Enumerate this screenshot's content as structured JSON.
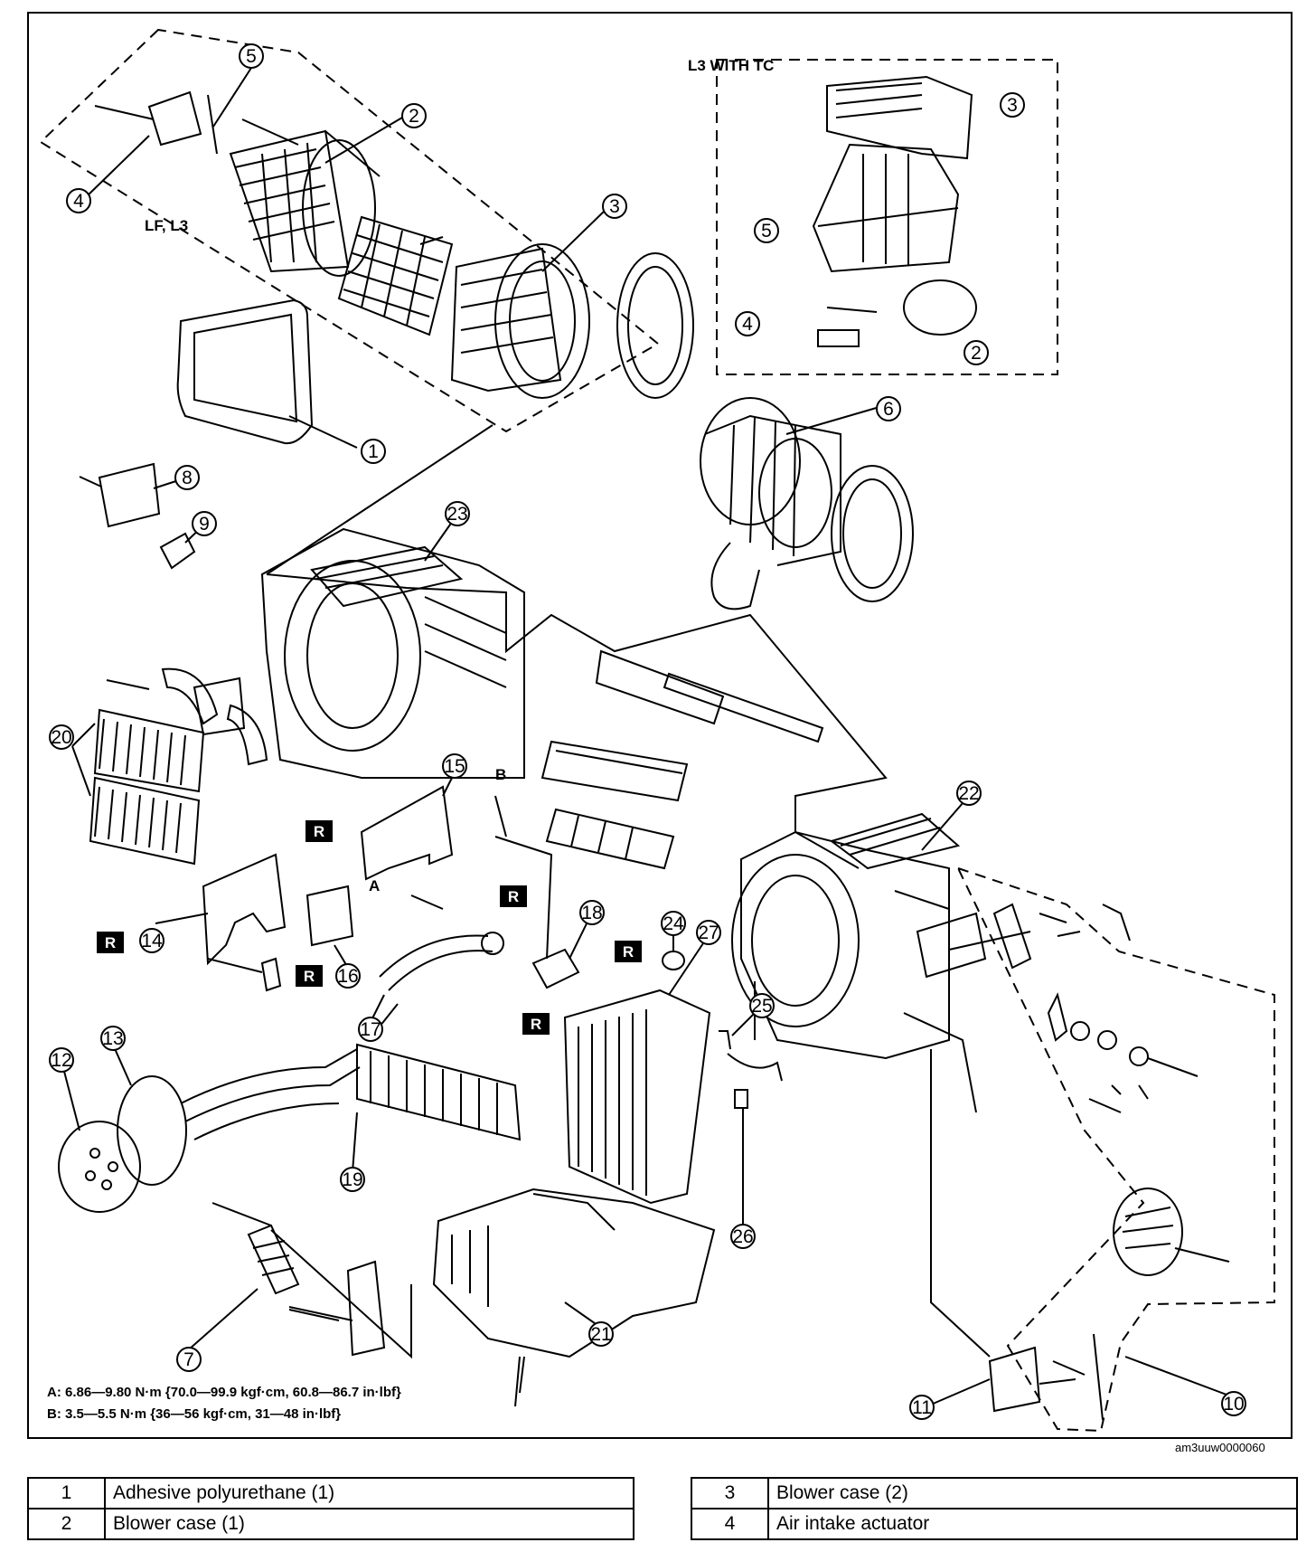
{
  "diagram": {
    "group_labels": {
      "lf_l3": "LF, L3",
      "l3_with_tc": "L3 WITH TC"
    },
    "torque_markers": {
      "a": "A",
      "b": "B"
    },
    "replace_marker": "R",
    "callouts": [
      "1",
      "2",
      "3",
      "4",
      "5",
      "6",
      "7",
      "8",
      "9",
      "10",
      "11",
      "12",
      "13",
      "14",
      "15",
      "16",
      "17",
      "18",
      "19",
      "20",
      "21",
      "22",
      "23",
      "24",
      "25",
      "26",
      "27"
    ],
    "notes": {
      "a": "A: 6.86—9.80 N·m {70.0—99.9 kgf·cm, 60.8—86.7 in·lbf}",
      "b": "B: 3.5—5.5 N·m {36—56 kgf·cm, 31—48 in·lbf}"
    },
    "figure_code": "am3uuw0000060"
  },
  "legend": {
    "left": [
      {
        "num": "1",
        "name": "Adhesive polyurethane (1)"
      },
      {
        "num": "2",
        "name": "Blower case (1)"
      }
    ],
    "right": [
      {
        "num": "3",
        "name": "Blower case (2)"
      },
      {
        "num": "4",
        "name": "Air intake actuator"
      }
    ]
  }
}
